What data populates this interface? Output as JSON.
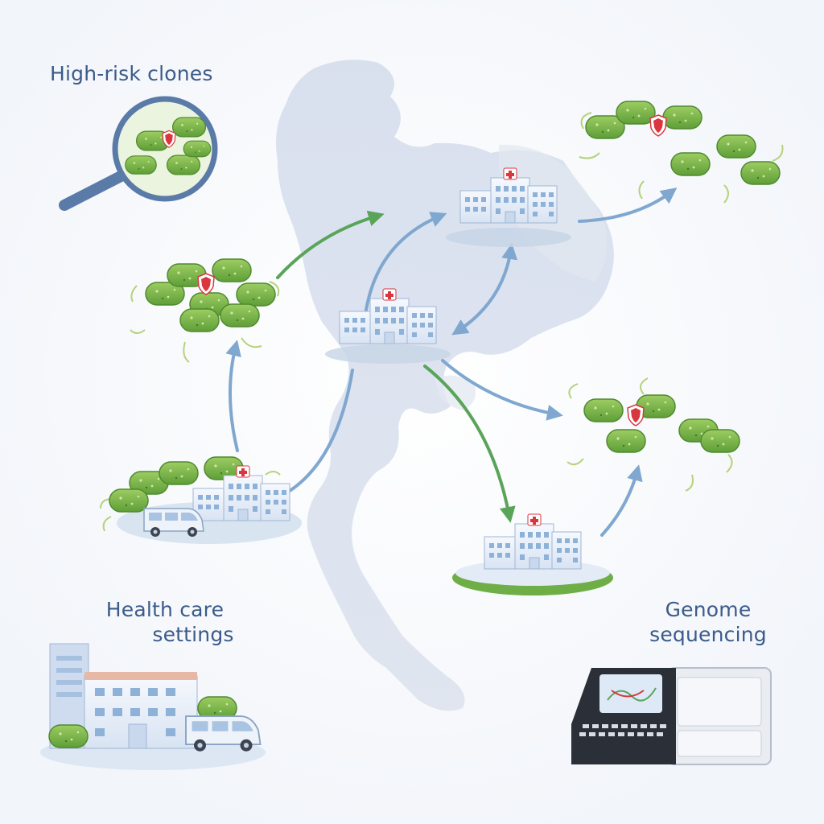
{
  "labels": {
    "high_risk_clones": "High-risk clones",
    "health_care_line1": "Health care",
    "health_care_line2": "settings",
    "genome_line1": "Genome",
    "genome_line2": "sequencing"
  },
  "colors": {
    "background": "#f7f9fc",
    "label_text": "#3b5b8a",
    "map": "#d3dcea",
    "arrow_green": "#5aa45a",
    "arrow_blue": "#7fa7cf",
    "bacteria": "#7dbb4e",
    "bacteria_dark": "#4f8a2f",
    "shield": "#d9363e",
    "building": "#e9f0fa",
    "building_window": "#8eb1d8",
    "sequencer_dark": "#2b2f38",
    "sequencer_light": "#e4e8ee"
  },
  "icons": [
    "magnifier-icon",
    "bacteria-cluster-icon",
    "resistance-shield-icon",
    "hospital-icon",
    "ambulance-van-icon",
    "sequencer-icon",
    "transmission-arrow-icon"
  ]
}
